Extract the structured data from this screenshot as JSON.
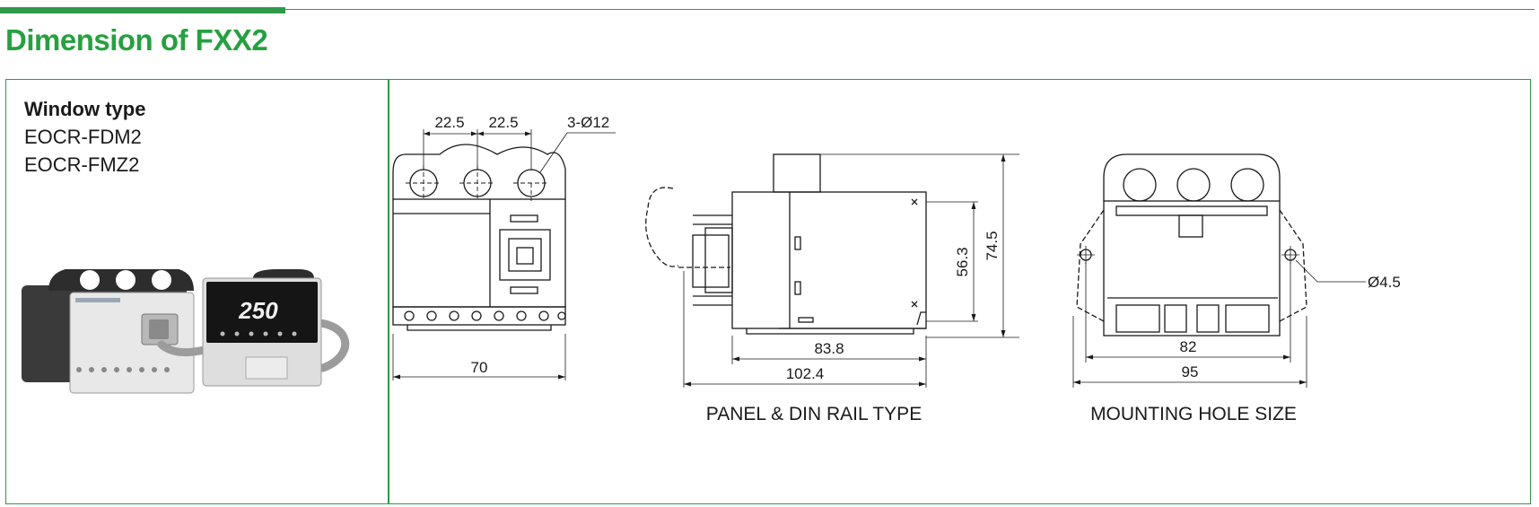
{
  "page": {
    "title": "Dimension of FXX2"
  },
  "product": {
    "heading": "Window type",
    "models": [
      "EOCR-FDM2",
      "EOCR-FMZ2"
    ],
    "display_reading": "250"
  },
  "front_view": {
    "pitch_1": "22.5",
    "pitch_2": "22.5",
    "hole_callout": "3-Ø12",
    "width": "70"
  },
  "side_view": {
    "caption": "PANEL & DIN RAIL TYPE",
    "depth_inner": "83.8",
    "depth_overall": "102.4",
    "height_inner": "56.3",
    "height_overall": "74.5"
  },
  "mounting_view": {
    "caption": "MOUNTING HOLE SIZE",
    "hole_callout": "Ø4.5",
    "hole_pitch": "82",
    "width": "95"
  },
  "colors": {
    "accent": "#2e9a4a",
    "title": "#27a040",
    "display": "#111111",
    "digits": "#f0f0f0"
  }
}
